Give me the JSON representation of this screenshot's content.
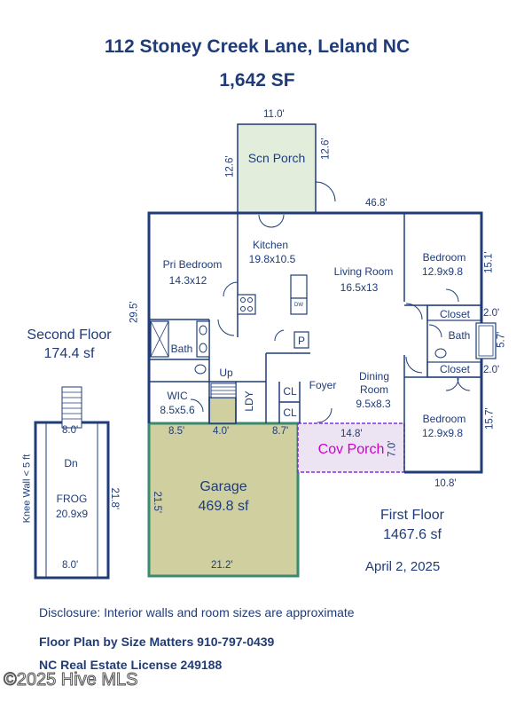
{
  "header": {
    "address": "112 Stoney Creek Lane, Leland NC",
    "total_sf": "1,642 SF"
  },
  "rooms": {
    "scn_porch": "Scn Porch",
    "kitchen": "Kitchen",
    "kitchen_size": "19.8x10.5",
    "pri_bedroom": "Pri Bedroom",
    "pri_bedroom_size": "14.3x12",
    "living_room": "Living Room",
    "living_room_size": "16.5x13",
    "bedroom1": "Bedroom",
    "bedroom1_size": "12.9x9.8",
    "closet1": "Closet",
    "bath_right": "Bath",
    "closet2": "Closet",
    "bath_left": "Bath",
    "up": "Up",
    "wic": "WIC",
    "wic_size": "8.5x5.6",
    "ldy": "LDY",
    "cl1": "CL",
    "cl2": "CL",
    "foyer": "Foyer",
    "dining_room": "Dining",
    "dining_room2": "Room",
    "dining_size": "9.5x8.3",
    "bedroom2": "Bedroom",
    "bedroom2_size": "12.9x9.8",
    "cov_porch": "Cov Porch",
    "garage": "Garage",
    "garage_sf": "469.8 sf",
    "frog": "FROG",
    "frog_size": "20.9x9",
    "dn": "Dn",
    "pantry": "P",
    "dw": "DW"
  },
  "dimensions": {
    "porch_top": "11.0'",
    "porch_left": "12.6'",
    "porch_right": "12.6'",
    "house_top": "46.8'",
    "house_left": "29.5'",
    "bed1_right": "15.1'",
    "bath_right_h": "5.7'",
    "closet1_w": "2.0'",
    "closet2_w": "2.0'",
    "bed2_right": "15.7'",
    "bottom_right": "10.8'",
    "cov_porch_w": "14.8'",
    "cov_porch_h": "7.0'",
    "garage_top_a": "8.5'",
    "garage_top_b": "4.0'",
    "garage_top_c": "8.7'",
    "garage_left": "21.5'",
    "garage_bottom": "21.2'",
    "frog_top": "8.0'",
    "frog_bottom": "8.0'",
    "frog_right": "21.8'",
    "knee_wall": "Knee Wall < 5 ft"
  },
  "floors": {
    "second_floor": "Second Floor",
    "second_floor_sf": "174.4 sf",
    "first_floor": "First Floor",
    "first_floor_sf": "1467.6 sf",
    "date": "April 2, 2025"
  },
  "footer": {
    "disclosure": "Disclosure: Interior walls and room sizes are approximate",
    "credit": "Floor Plan by Size Matters 910-797-0439",
    "license": "NC Real Estate License 249188",
    "watermark": "©2025 Hive MLS"
  },
  "colors": {
    "wall": "#1f3c78",
    "porch_fill": "#e3eddc",
    "garage_fill": "#cfcfa0",
    "cov_porch_fill": "#ede4f3",
    "cov_porch_border": "#8a2be2",
    "cov_porch_text": "#cc00cc",
    "garage_border": "#3a8a6e"
  }
}
